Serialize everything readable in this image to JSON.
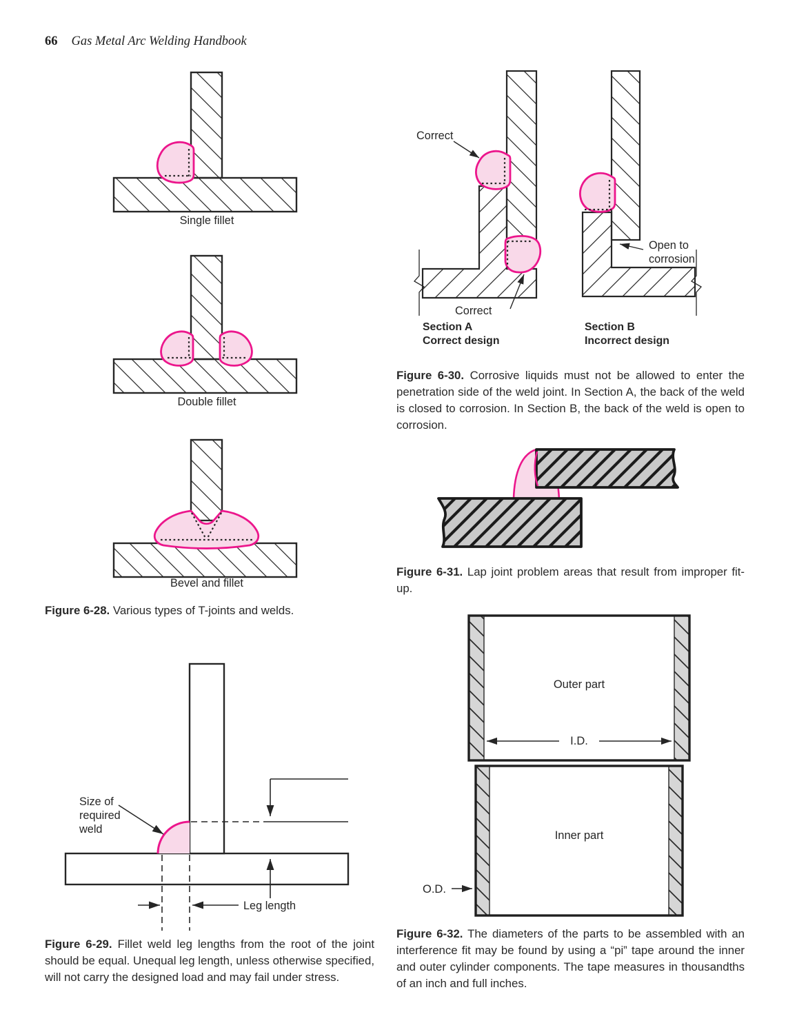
{
  "page": {
    "number": "66",
    "title": "Gas Metal Arc Welding Handbook"
  },
  "colors": {
    "ink": "#262626",
    "weld_fill": "#f9d9e9",
    "weld_stroke": "#ec168c",
    "plate_gray": "#c9c9c9",
    "wall_gray": "#d6d6d6"
  },
  "fig28": {
    "label_single": "Single fillet",
    "label_double": "Double fillet",
    "label_bevel": "Bevel and fillet",
    "caption_bold": "Figure 6-28.",
    "caption_text": "Various types of T-joints and welds."
  },
  "fig29": {
    "size_label_1": "Size of",
    "size_label_2": "required",
    "size_label_3": "weld",
    "leg_label": "Leg length",
    "caption_bold": "Figure 6-29.",
    "caption_text": "Fillet weld leg lengths from the root of the joint should be equal. Unequal leg length, unless otherwise specified, will not carry the designed load and may fail under stress."
  },
  "fig30": {
    "correct_top": "Correct",
    "correct_bottom": "Correct",
    "open_1": "Open to",
    "open_2": "corrosion",
    "section_a_1": "Section A",
    "section_a_2": "Correct design",
    "section_b_1": "Section B",
    "section_b_2": "Incorrect design",
    "caption_bold": "Figure 6-30.",
    "caption_text": "Corrosive liquids must not be allowed to enter the penetration side of the weld joint. In Section A, the back of the weld is closed to corrosion. In Section B, the back of the weld is open to corrosion."
  },
  "fig31": {
    "caption_bold": "Figure 6-31.",
    "caption_text": "Lap joint problem areas that result from improper fit-up."
  },
  "fig32": {
    "outer_label": "Outer part",
    "inner_label": "Inner part",
    "id_label": "I.D.",
    "od_label": "O.D.",
    "caption_bold": "Figure 6-32.",
    "caption_text": "The diameters of the parts to be assembled with an interference fit may be found by using a “pi” tape around the inner and outer cylinder components. The tape measures in thousandths of an inch and full inches."
  }
}
